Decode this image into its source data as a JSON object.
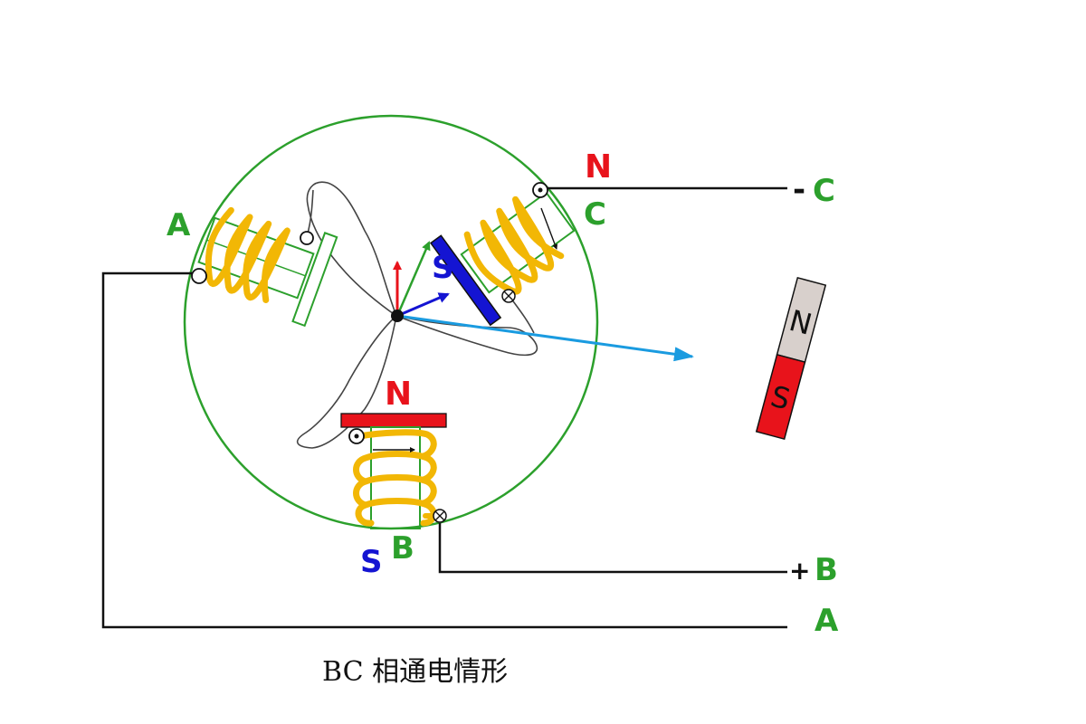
{
  "colors": {
    "green": "#2ca02c",
    "red": "#e8131b",
    "blue": "#1414d2",
    "gold": "#f2b705",
    "sky": "#1a9be0",
    "black": "#111111",
    "magnet_n": "#d8d0cc",
    "magnet_s": "#e8131b"
  },
  "coils": {
    "a": {
      "name": "A"
    },
    "b": {
      "name": "B",
      "pole": "S",
      "plate_pole": "N"
    },
    "c": {
      "name": "C",
      "pole": "N",
      "plate_pole": "S"
    }
  },
  "terminals": {
    "c": {
      "sign": "-",
      "name": "C"
    },
    "b": {
      "sign": "+",
      "name": "B"
    },
    "a": {
      "name": "A"
    }
  },
  "magnet": {
    "top_label": "N",
    "bottom_label": "S"
  },
  "caption": "BC 相通电情形"
}
